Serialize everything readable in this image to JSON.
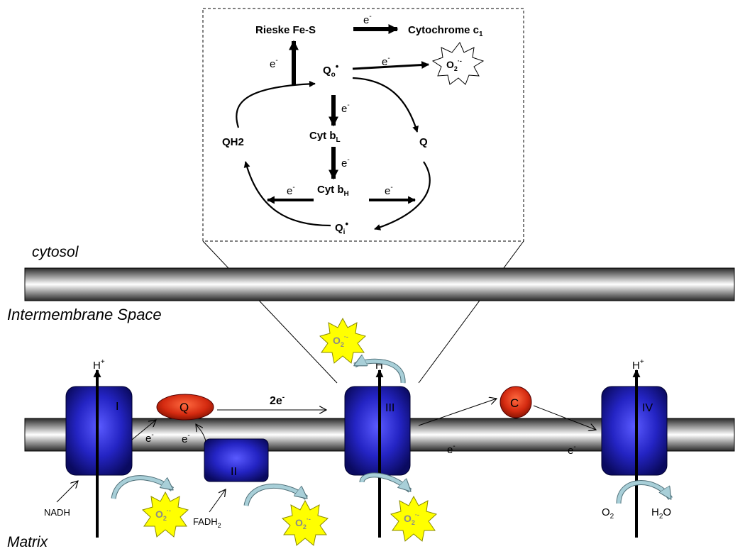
{
  "labels": {
    "cytosol": "cytosol",
    "intermembrane": "Intermembrane Space",
    "matrix": "Matrix"
  },
  "complexes": {
    "c1": "I",
    "c2": "II",
    "c3": "III",
    "c4": "IV"
  },
  "carriers": {
    "q": "Q",
    "c": "C"
  },
  "proton": {
    "base": "H",
    "sup": "+"
  },
  "electron": {
    "base": "e",
    "sup": "-"
  },
  "two_electron": {
    "base": "2e",
    "sup": "-"
  },
  "superoxide": {
    "base": "O",
    "sub": "2",
    "sup": "·-"
  },
  "substrates": {
    "nadh": "NADH",
    "fadh_base": "FADH",
    "fadh_sub": "2",
    "o2_base": "O",
    "o2_sub": "2",
    "h2o_h": "H",
    "h2o_sub": "2",
    "h2o_o": "O"
  },
  "inset": {
    "rieske": "Rieske Fe-S",
    "cytc_base": "Cytochrome c",
    "cytc_sub": "1",
    "qo_base": "Q",
    "qo_sub": "o",
    "radical": "•",
    "qi_base": "Q",
    "qi_sub": "i",
    "qh2": "QH2",
    "q": "Q",
    "cytbl_base": "Cyt b",
    "cytbl_sub": "L",
    "cytbh_base": "Cyt b",
    "cytbh_sub": "H"
  },
  "colors": {
    "complex_blue": "#2424c4",
    "carrier_red": "#d42a10",
    "superoxide_yellow": "#ffff00",
    "superoxide_text": "#8a8a8a",
    "curved_arrow": "#a8cfd8"
  }
}
